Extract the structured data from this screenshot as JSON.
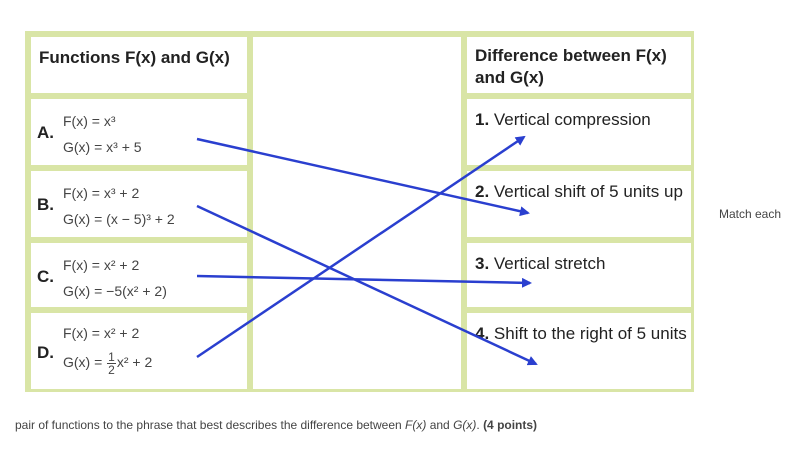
{
  "table": {
    "left_header": "Functions F(x) and G(x)",
    "right_header": "Difference between F(x) and G(x)",
    "rows": [
      {
        "letter": "A.",
        "f": "F(x) = x³",
        "g": "G(x) = x³ + 5"
      },
      {
        "letter": "B.",
        "f": "F(x) = x³ + 2",
        "g": "G(x) = (x − 5)³ + 2"
      },
      {
        "letter": "C.",
        "f": "F(x) = x² + 2",
        "g": "G(x) = −5(x² + 2)"
      },
      {
        "letter": "D.",
        "f": "F(x) = x² + 2",
        "g_prefix": "G(x) = ",
        "g_frac_num": "1",
        "g_frac_den": "2",
        "g_suffix": "x² + 2"
      }
    ],
    "answers": [
      {
        "number": "1.",
        "text": " Vertical compression"
      },
      {
        "number": "2.",
        "text": " Vertical shift of 5 units up"
      },
      {
        "number": "3.",
        "text": " Vertical stretch"
      },
      {
        "number": "4.",
        "text": " Shift to the right of 5 units"
      }
    ]
  },
  "matches": [
    {
      "from": "A",
      "to": "2"
    },
    {
      "from": "B",
      "to": "4"
    },
    {
      "from": "C",
      "to": "3"
    },
    {
      "from": "D",
      "to": "1"
    }
  ],
  "side_text": "Match each",
  "caption": {
    "before_f": "pair of functions to the phrase that best describes the difference between ",
    "f": "F(x)",
    "mid": " and ",
    "g": "G(x)",
    "after_g": ". ",
    "points": "(4 points)"
  },
  "colors": {
    "grid": "#d9e5a6",
    "arrow": "#2a3fcf"
  }
}
